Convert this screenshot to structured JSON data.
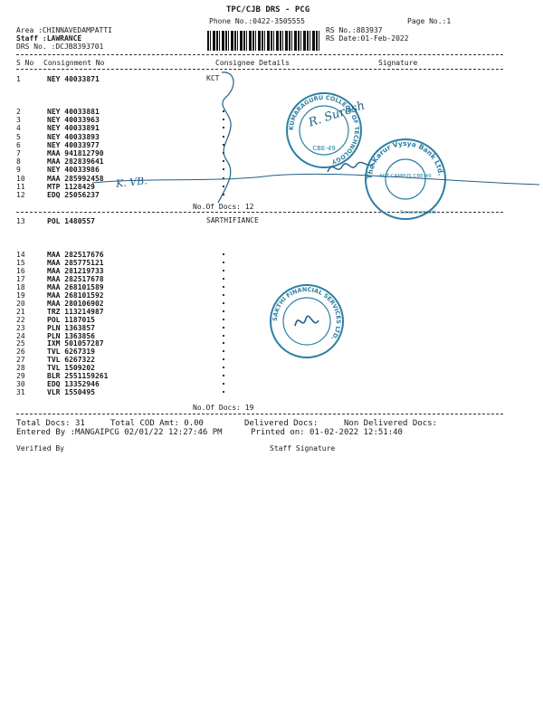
{
  "header": {
    "title": "TPC/CJB  DRS  -  PCG",
    "phone": "Phone No.:0422-3505555",
    "page": "Page No.:1",
    "area": "Area :CHINNAVEDAMPATTI",
    "staff": "Staff :LAWRANCE",
    "drs_no": "DRS No. :DCJB8393701",
    "rs_no": "RS No.:883937",
    "rs_date": "RS Date:01-Feb-2022"
  },
  "columns": {
    "sno": "S No",
    "consignment": "Consignment No",
    "consignee": "Consignee Details",
    "signature": "Signature"
  },
  "group1": {
    "consignee": "KCT",
    "rows": [
      {
        "sno": "1",
        "no": "NEY 40033871"
      },
      {
        "sno": "2",
        "no": "NEY 40033881"
      },
      {
        "sno": "3",
        "no": "NEY 40033963"
      },
      {
        "sno": "4",
        "no": "NEY 40033891"
      },
      {
        "sno": "5",
        "no": "NEY 40033893"
      },
      {
        "sno": "6",
        "no": "NEY 40033977"
      },
      {
        "sno": "7",
        "no": "MAA 941812790"
      },
      {
        "sno": "8",
        "no": "MAA 282839641"
      },
      {
        "sno": "9",
        "no": "NEY 40033986"
      },
      {
        "sno": "10",
        "no": "MAA 285992458"
      },
      {
        "sno": "11",
        "no": "MTP 1128429"
      },
      {
        "sno": "12",
        "no": "EDQ 25056237"
      }
    ],
    "count": "No.Of Docs: 12"
  },
  "group2": {
    "consignee": "SARTHIFIANCE",
    "rows": [
      {
        "sno": "13",
        "no": "POL 1480557"
      },
      {
        "sno": "14",
        "no": "MAA 282517676"
      },
      {
        "sno": "15",
        "no": "MAA 285775121"
      },
      {
        "sno": "16",
        "no": "MAA 281219733"
      },
      {
        "sno": "17",
        "no": "MAA 282517678"
      },
      {
        "sno": "18",
        "no": "MAA 268101589"
      },
      {
        "sno": "19",
        "no": "MAA 268101592"
      },
      {
        "sno": "20",
        "no": "MAA 280106902"
      },
      {
        "sno": "21",
        "no": "TRZ 113214987"
      },
      {
        "sno": "22",
        "no": "POL 1187015"
      },
      {
        "sno": "23",
        "no": "PLN 1363857"
      },
      {
        "sno": "24",
        "no": "PLN 1363856"
      },
      {
        "sno": "25",
        "no": "IXM 501057287"
      },
      {
        "sno": "26",
        "no": "TVL 6267319"
      },
      {
        "sno": "27",
        "no": "TVL 6267322"
      },
      {
        "sno": "28",
        "no": "TVL 1509202"
      },
      {
        "sno": "29",
        "no": "BLR 2551159261"
      },
      {
        "sno": "30",
        "no": "EDQ 13352946"
      },
      {
        "sno": "31",
        "no": "VLR 1550495"
      }
    ],
    "count": "No.Of Docs: 19"
  },
  "footer": {
    "total_docs": "Total Docs:  31",
    "total_cod": "Total COD Amt:      0.00",
    "delivered": "Delivered Docs:",
    "non_delivered": "Non Delivered Docs:",
    "entered_by": "Entered By :MANGAIPCG 02/01/22 12:27:46 PM",
    "printed_on": "Printed on: 01-02-2022 12:51:40",
    "verified_by": "Verified By",
    "staff_signature": "Staff Signature"
  },
  "stamps": {
    "stamp1_ring": "KUMARAGURU COLLEGE OF TECHNOLOGY",
    "stamp1_center": "CBE-49",
    "stamp2_ring": "The Karur Vysya Bank Ltd.",
    "stamp2_center": "KCT CAMPUS CBE-49",
    "stamp2_sub": "Saravanampatti",
    "stamp3_ring": "SAKTHI FINANCIAL SERVICES LTD."
  },
  "handwriting": {
    "sig1": "R. Suresh",
    "sig2": "K. VB."
  },
  "colors": {
    "ink_blue": "#1f5e86",
    "stamp_teal": "#2b7fa3",
    "text": "#1a1a1a"
  }
}
